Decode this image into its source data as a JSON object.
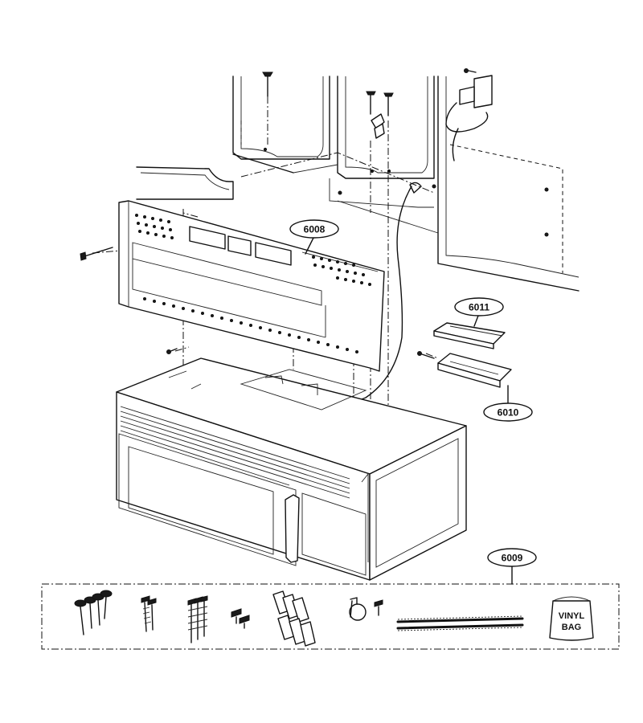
{
  "callouts": {
    "c6008": "6008",
    "c6011": "6011",
    "c6010": "6010",
    "c6009": "6009"
  },
  "kit": {
    "bag_line1": "VINYL",
    "bag_line2": "BAG"
  }
}
